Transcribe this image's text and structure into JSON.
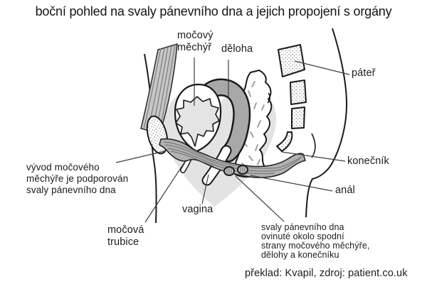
{
  "title": "boční pohled na svaly pánevního dna a jejich propojení s orgány",
  "labels": {
    "bladder": "močový\nměchýř",
    "uterus": "děloha",
    "spine": "páteř",
    "rectum": "konečník",
    "anus": "anál",
    "vagina": "vagina",
    "urethra": "močová\ntrubice"
  },
  "notes": {
    "bladder_outlet": "vývod močového\nměchýře je podporován\nsvaly pánevního dna",
    "pelvic_floor": "svaly pánevního dna\novinuté okolo spodní\nstrany močového měchýře,\ndělohy a konečníku"
  },
  "credit": "překlad: Kvapil, zdroj: patient.co.uk",
  "colors": {
    "outline": "#1a1a1a",
    "organ_gray": "#a8a8a8",
    "pelvic_band_gray": "#b2b2b2",
    "abdominal_gray": "#c6c6c6",
    "background_tint": "#e3e3e3",
    "text": "#1c1c1c",
    "leader_line": "#3f3f3f"
  }
}
